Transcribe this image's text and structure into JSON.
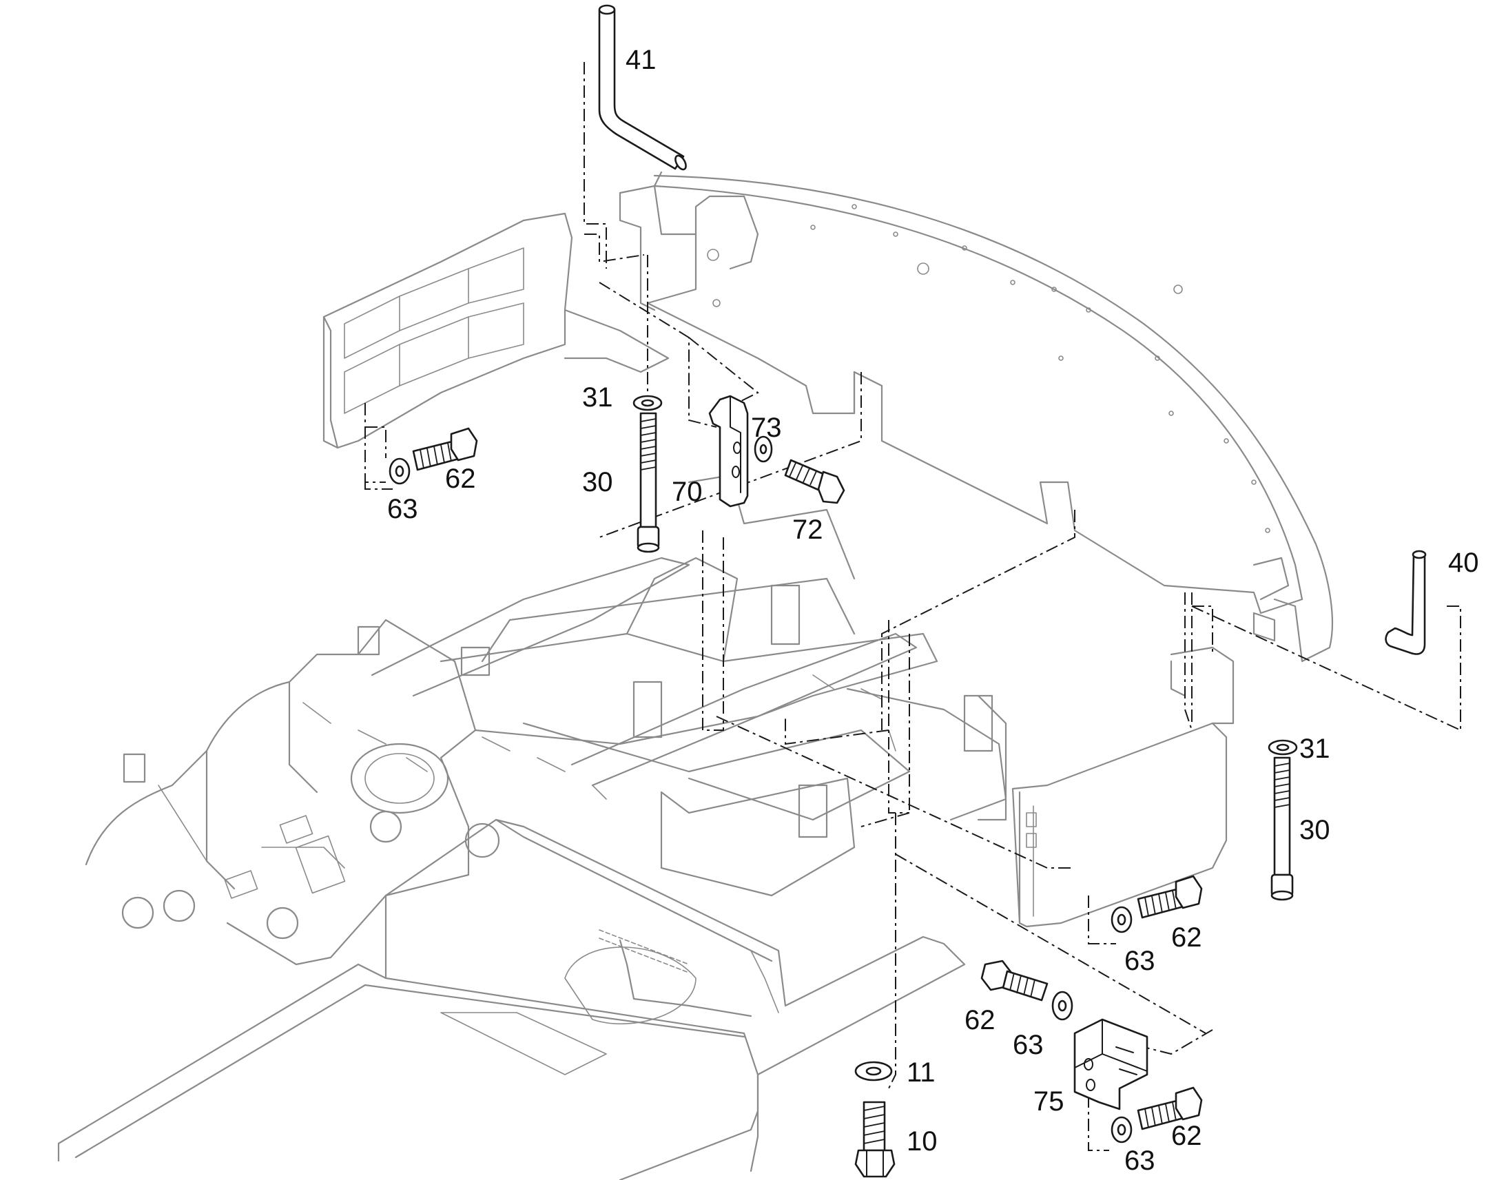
{
  "diagram": {
    "callouts": {
      "c41": "41",
      "c31a": "31",
      "c30a": "30",
      "c63a": "63",
      "c62a": "62",
      "c70": "70",
      "c73": "73",
      "c72": "72",
      "c40": "40",
      "c31b": "31",
      "c30b": "30",
      "c62b": "62",
      "c63b": "63",
      "c62c": "62",
      "c63c": "63",
      "c75": "75",
      "c62d": "62",
      "c63d": "63",
      "c11": "11",
      "c10": "10"
    }
  }
}
